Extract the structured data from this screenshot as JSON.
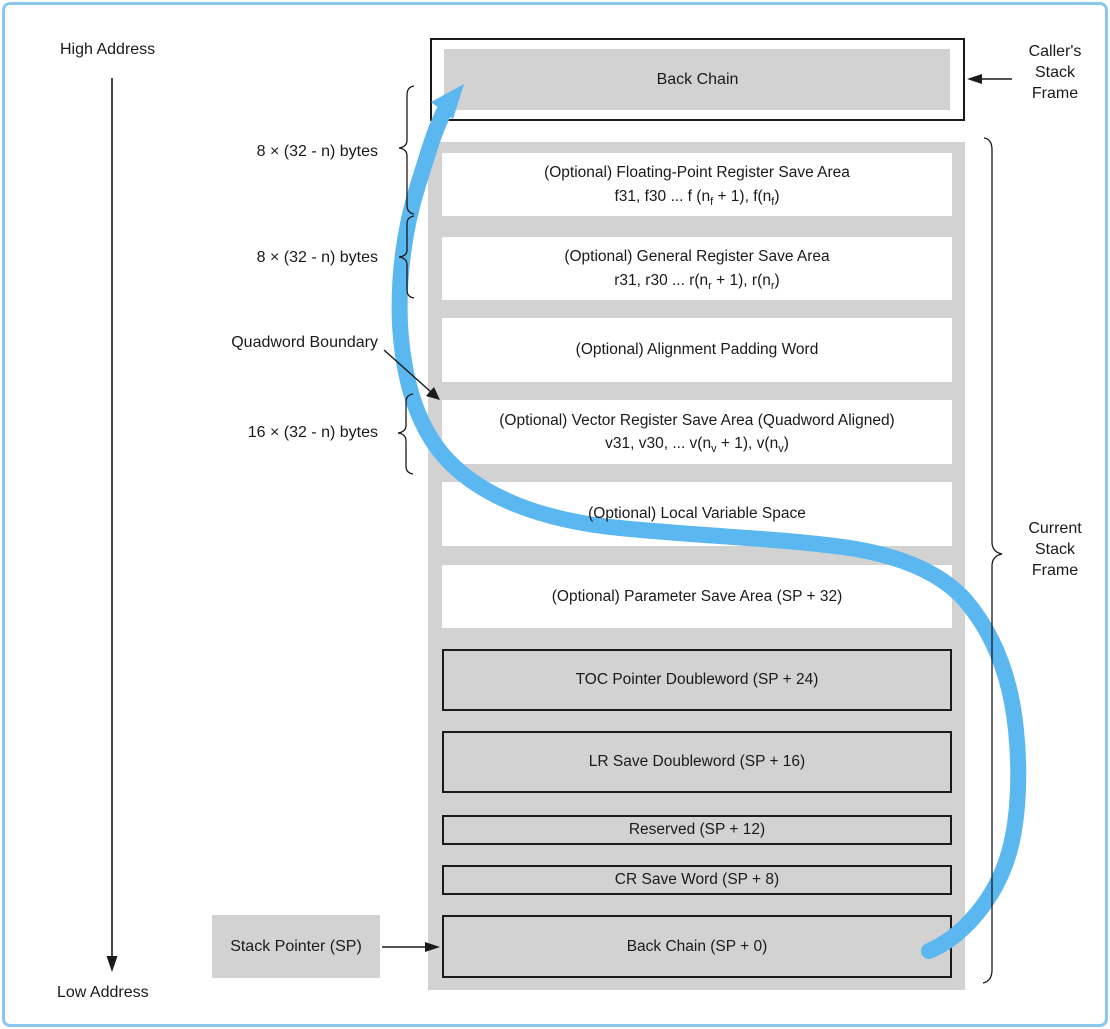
{
  "colors": {
    "gray": "#D2D2D2",
    "arrow_blue": "#5BB7F0",
    "frame_border_blue": "#8AC8F2",
    "ink": "#1a1a1a"
  },
  "address_axis": {
    "high_label": "High Address",
    "low_label": "Low Address"
  },
  "caller_frame": {
    "box_label": "Back Chain",
    "annotation_lines": [
      "Caller's",
      "Stack",
      "Frame"
    ]
  },
  "current_frame": {
    "annotation_lines": [
      "Current",
      "Stack",
      "Frame"
    ]
  },
  "left_annotations": {
    "fp_size": "8 × (32 - n) bytes",
    "gr_size": "8 × (32 - n) bytes",
    "quadword_boundary": "Quadword Boundary",
    "vec_size": "16 × (32 - n) bytes",
    "stack_pointer": "Stack Pointer (SP)"
  },
  "stack": {
    "rows": [
      {
        "id": "fp-register-save-area",
        "shade": "white",
        "lines": [
          [
            {
              "t": "(Optional) Floating-Point Register Save Area"
            }
          ],
          [
            {
              "t": "f31, f30 ... f (n"
            },
            {
              "t": "f",
              "sub": true
            },
            {
              "t": " + 1), f(n"
            },
            {
              "t": "f",
              "sub": true
            },
            {
              "t": ")"
            }
          ]
        ]
      },
      {
        "id": "general-register-save-area",
        "shade": "white",
        "lines": [
          [
            {
              "t": "(Optional) General Register Save Area"
            }
          ],
          [
            {
              "t": "r31, r30 ... r(n"
            },
            {
              "t": "r",
              "sub": true
            },
            {
              "t": " + 1), r(n"
            },
            {
              "t": "r",
              "sub": true
            },
            {
              "t": ")"
            }
          ]
        ]
      },
      {
        "id": "alignment-padding-word",
        "shade": "white",
        "lines": [
          [
            {
              "t": "(Optional) Alignment Padding Word"
            }
          ]
        ]
      },
      {
        "id": "vector-register-save-area",
        "shade": "white",
        "lines": [
          [
            {
              "t": "(Optional) Vector Register Save Area (Quadword Aligned)"
            }
          ],
          [
            {
              "t": "v31, v30, ... v(n"
            },
            {
              "t": "v",
              "sub": true
            },
            {
              "t": " + 1), v(n"
            },
            {
              "t": "v",
              "sub": true
            },
            {
              "t": ")"
            }
          ]
        ]
      },
      {
        "id": "local-variable-space",
        "shade": "white",
        "lines": [
          [
            {
              "t": "(Optional) Local Variable Space"
            }
          ]
        ]
      },
      {
        "id": "parameter-save-area",
        "shade": "white",
        "lines": [
          [
            {
              "t": "(Optional) Parameter Save Area (SP + 32)"
            }
          ]
        ]
      },
      {
        "id": "toc-pointer-doubleword",
        "shade": "gray",
        "lines": [
          [
            {
              "t": "TOC Pointer Doubleword (SP + 24)"
            }
          ]
        ]
      },
      {
        "id": "lr-save-doubleword",
        "shade": "gray",
        "lines": [
          [
            {
              "t": "LR Save Doubleword (SP + 16)"
            }
          ]
        ]
      },
      {
        "id": "reserved",
        "shade": "gray",
        "lines": [
          [
            {
              "t": "Reserved (SP + 12)"
            }
          ]
        ]
      },
      {
        "id": "cr-save-word",
        "shade": "gray",
        "lines": [
          [
            {
              "t": "CR Save Word (SP + 8)"
            }
          ]
        ]
      },
      {
        "id": "back-chain-sp0",
        "shade": "gray",
        "lines": [
          [
            {
              "t": "Back Chain (SP + 0)"
            }
          ]
        ]
      }
    ]
  }
}
